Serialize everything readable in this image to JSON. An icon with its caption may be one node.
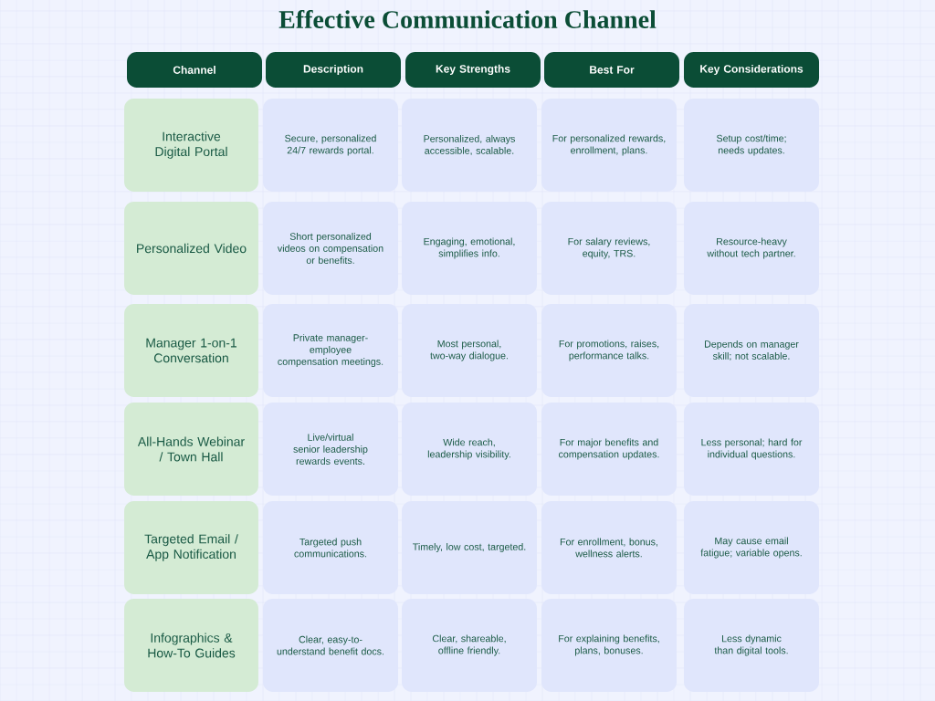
{
  "diagram": {
    "title": "Effective Communication Channel",
    "nodes": [
      {
        "text": [
          "Channel"
        ]
      },
      {
        "text": [
          "Description"
        ]
      },
      {
        "text": [
          "Key Strengths"
        ]
      },
      {
        "text": [
          "Best For"
        ]
      },
      {
        "text": [
          "Key Considerations"
        ]
      },
      {
        "text": [
          "Interactive Digital Portal"
        ]
      },
      {
        "text": [
          "Secure, personalized 24/7 rewards portal."
        ]
      },
      {
        "text": [
          "Personalized, always accessible, scalable."
        ]
      },
      {
        "text": [
          "For personalized rewards, enrollment, plans."
        ]
      },
      {
        "text": [
          "Setup cost/time; needs updates."
        ]
      },
      {
        "text": [
          "Personalized Video"
        ]
      },
      {
        "text": [
          "Short personalized videos on compensation or benefits."
        ]
      },
      {
        "text": [
          "Engaging, emotional, simplifies info."
        ]
      },
      {
        "text": [
          "For salary reviews, equity, TRS."
        ]
      },
      {
        "text": [
          "Resource-heavy without tech partner."
        ]
      },
      {
        "text": [
          "Manager 1-on-1 Conversation"
        ]
      },
      {
        "text": [
          "Private manager-employee compensation meetings."
        ]
      },
      {
        "text": [
          "Most personal, two-way dialogue."
        ]
      },
      {
        "text": [
          "For promotions, raises, performance talks."
        ]
      },
      {
        "text": [
          "Depends on manager skill; not scalable."
        ]
      },
      {
        "text": [
          "All-Hands Webinar / Town Hall"
        ]
      },
      {
        "text": [
          "Live/virtual senior leadership rewards events."
        ]
      },
      {
        "text": [
          "Wide reach, leadership visibility."
        ]
      },
      {
        "text": [
          "For major benefits and compensation updates."
        ]
      },
      {
        "text": [
          "Less personal; hard for individual questions."
        ]
      },
      {
        "text": [
          "Targeted Email / App Notification"
        ]
      },
      {
        "text": [
          "Targeted push communications."
        ]
      },
      {
        "text": [
          "Timely, low cost, targeted."
        ]
      },
      {
        "text": [
          "For enrollment, bonus, wellness alerts."
        ]
      },
      {
        "text": [
          "May cause email fatigue; variable opens."
        ]
      },
      {
        "text": [
          "Infographics & How-To Guides"
        ]
      },
      {
        "text": [
          "Clear, easy-to-understand benefit docs."
        ]
      },
      {
        "text": [
          "Clear, shareable, offline friendly."
        ]
      },
      {
        "text": [
          "For explaining benefits, plans, bonuses."
        ]
      },
      {
        "text": [
          "Less dynamic than digital tools."
        ]
      }
    ]
  }
}
